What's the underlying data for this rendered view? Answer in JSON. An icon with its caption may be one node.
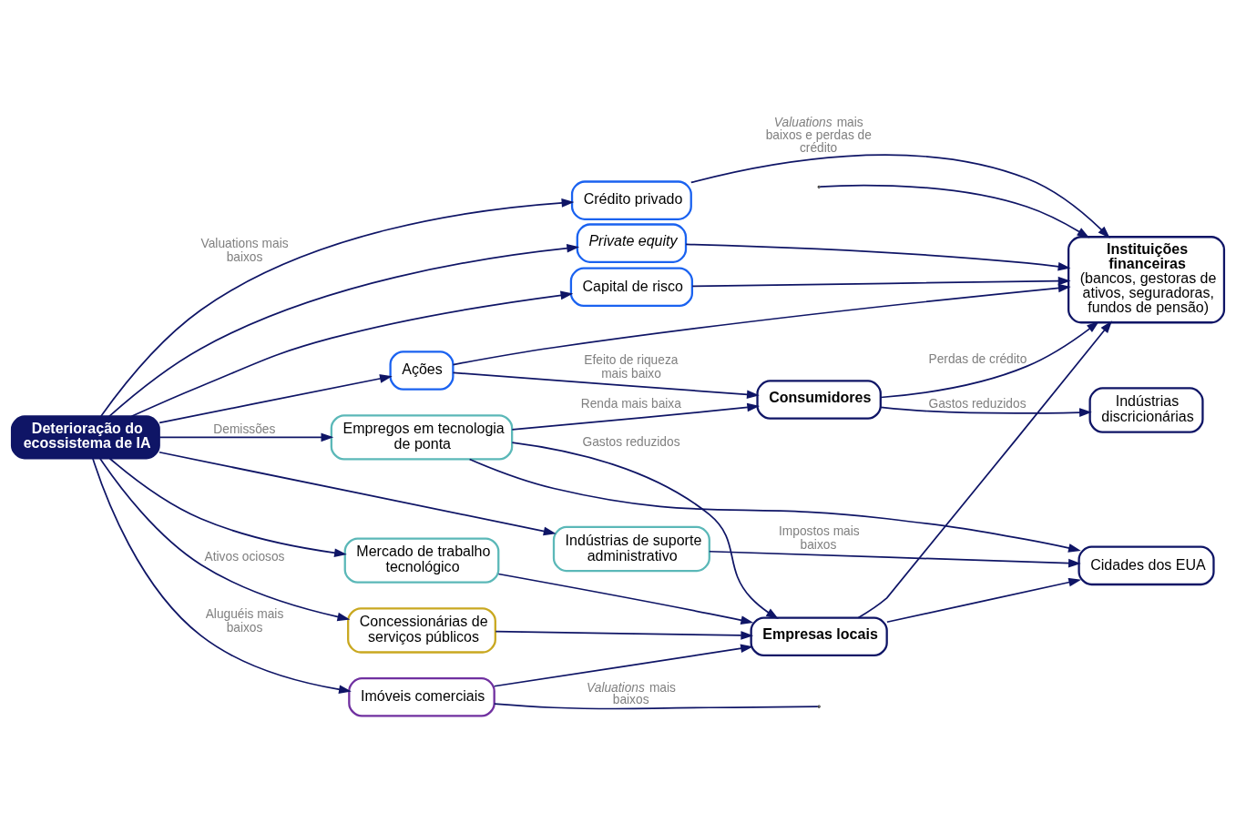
{
  "diagram": {
    "nodes": [
      {
        "text": [
          "Deterioração do ecossistema de IA"
        ]
      },
      {
        "text": [
          "Crédito privado"
        ]
      },
      {
        "text": [
          "Private equity"
        ]
      },
      {
        "text": [
          "Capital de risco"
        ]
      },
      {
        "text": [
          "Ações"
        ]
      },
      {
        "text": [
          "Empregos em tecnologia de ponta"
        ]
      },
      {
        "text": [
          "Indústrias de suporte administrativo"
        ]
      },
      {
        "text": [
          "Mercado de trabalho tecnológico"
        ]
      },
      {
        "text": [
          "Concessionárias de serviços públicos"
        ]
      },
      {
        "text": [
          "Imóveis comerciais"
        ]
      },
      {
        "text": [
          "Instituições financeiras",
          "(bancos, gestoras de ativos, seguradoras, fundos de pensão)"
        ]
      },
      {
        "text": [
          "Consumidores"
        ]
      },
      {
        "text": [
          "Indústrias discricionárias"
        ]
      },
      {
        "text": [
          "Cidades dos EUA"
        ]
      },
      {
        "text": [
          "Empresas locais"
        ]
      }
    ],
    "edges": [
      {
        "from": 0,
        "to": 1,
        "arrow": "to",
        "label": "Valuations mais baixos"
      },
      {
        "from": 0,
        "to": 2,
        "arrow": "to"
      },
      {
        "from": 0,
        "to": 3,
        "arrow": "to"
      },
      {
        "from": 0,
        "to": 4,
        "arrow": "to"
      },
      {
        "from": 0,
        "to": 5,
        "arrow": "to",
        "label": "Demissões"
      },
      {
        "from": 0,
        "to": 6,
        "arrow": "to"
      },
      {
        "from": 0,
        "to": 7,
        "arrow": "to"
      },
      {
        "from": 0,
        "to": 8,
        "arrow": "to",
        "label": "Ativos ociosos"
      },
      {
        "from": 0,
        "to": 9,
        "arrow": "to",
        "label": "Aluguéis mais baixos"
      },
      {
        "from": 1,
        "to": 10,
        "arrow": "to",
        "label": "*Valuations* mais baixos e perdas de crédito"
      },
      {
        "from": 2,
        "to": 10,
        "arrow": "to"
      },
      {
        "from": 3,
        "to": 10,
        "arrow": "to"
      },
      {
        "from": 4,
        "to": 10,
        "arrow": "to"
      },
      {
        "from": 4,
        "to": 11,
        "arrow": "to",
        "label": "Efeito de riqueza mais baixo"
      },
      {
        "from": 5,
        "to": 11,
        "arrow": "to",
        "label": "Renda mais baixa"
      },
      {
        "from": 11,
        "to": 10,
        "arrow": "to",
        "label": "Perdas de crédito"
      },
      {
        "from": 11,
        "to": 12,
        "arrow": "to",
        "label": "Gastos reduzidos"
      },
      {
        "from": 5,
        "to": 14,
        "arrow": "to",
        "label": "Gastos reduzidos"
      },
      {
        "from": 7,
        "to": 14,
        "arrow": "to"
      },
      {
        "from": 8,
        "to": 14,
        "arrow": "to"
      },
      {
        "from": 9,
        "to": 14,
        "arrow": "to"
      },
      {
        "from": 6,
        "to": 13,
        "arrow": "to",
        "label": "Impostos mais baixos"
      },
      {
        "from": 5,
        "to": 13,
        "arrow": "to"
      },
      {
        "from": 14,
        "to": 13,
        "arrow": "to"
      },
      {
        "from": 14,
        "to": 10,
        "arrow": "to"
      },
      {
        "from": null,
        "to": 10,
        "arrow": "to"
      },
      {
        "from": 9,
        "to": null,
        "arrow": "none",
        "label": "*Valuations* mais baixos"
      }
    ]
  }
}
